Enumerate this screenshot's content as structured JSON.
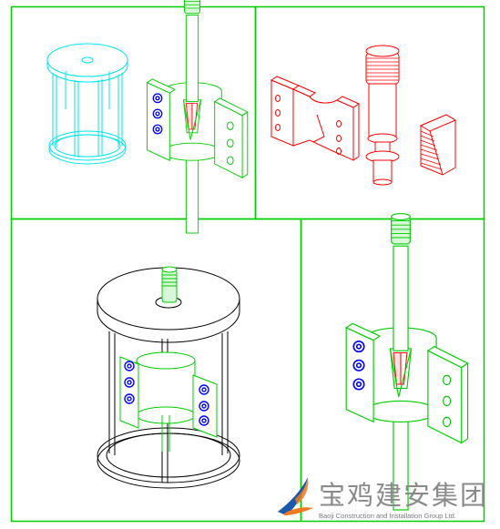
{
  "colors": {
    "background": "#ffffff",
    "frame": "#00cc00",
    "shaft": "#00cc00",
    "cage": "#00e5ee",
    "parts_red": "#ff0000",
    "bolt": "#0000ff",
    "outline": "#000000",
    "watermark": "#8a8a8a",
    "logo_orange": "#f07820",
    "logo_blue": "#1a5aa8"
  },
  "panels": [
    {
      "id": "top-left",
      "content": "cyan cage beside assembled clamp on shaft"
    },
    {
      "id": "top-right",
      "content": "exploded red parts: split bracket, threaded pin, wedge block"
    },
    {
      "id": "bottom-left",
      "content": "assembled fixture: cage with top plate over clamp"
    },
    {
      "id": "bottom-right",
      "content": "clamp assembly on shaft"
    }
  ],
  "watermark": {
    "company_cn": "宝鸡建安集团",
    "company_en": "Baoji Construction and Installation Group Ltd."
  }
}
